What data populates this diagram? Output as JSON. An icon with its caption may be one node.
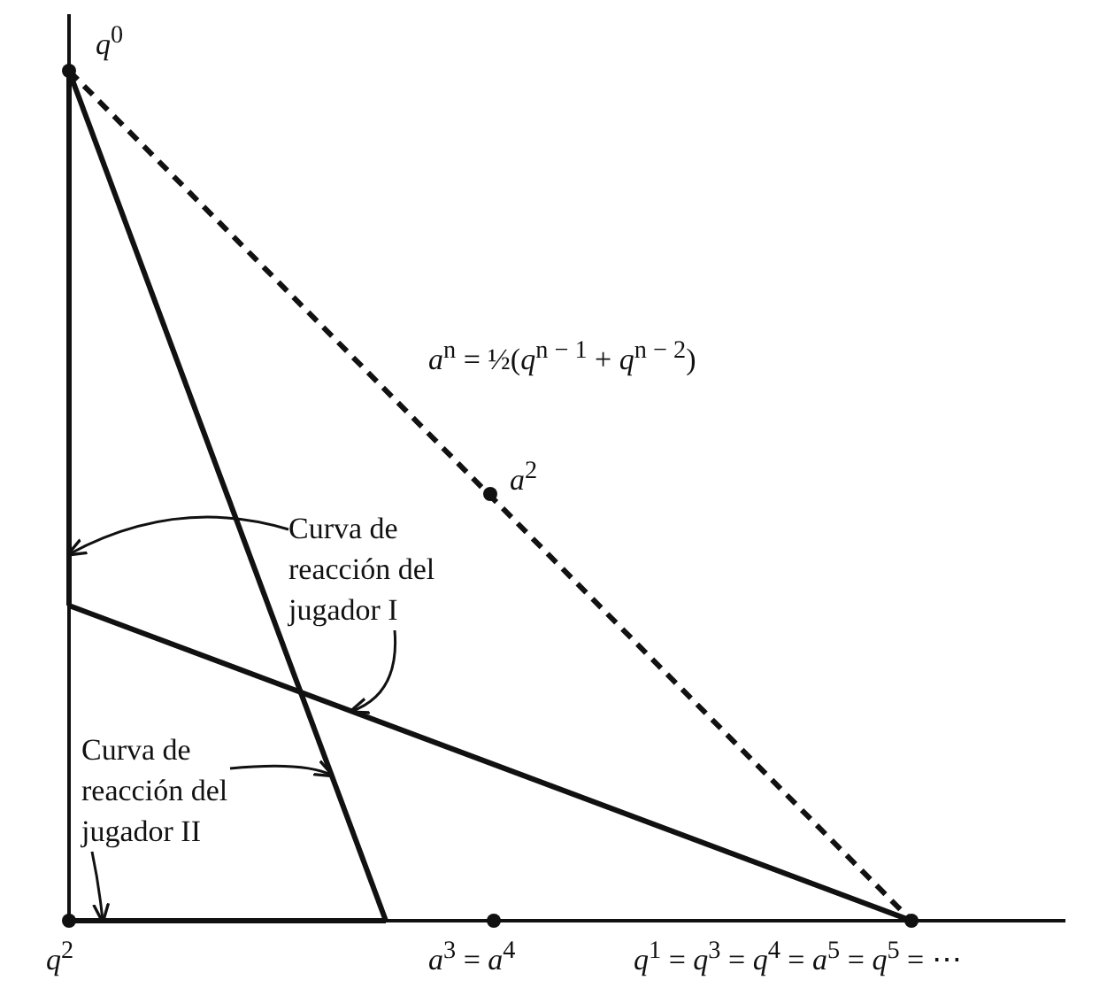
{
  "diagram": {
    "nodes": [
      {
        "text": [
          "Curva de reacción del jugador I"
        ]
      },
      {
        "text": [
          "Curva de reacción del jugador II"
        ]
      },
      {
        "text": [],
        "shape": "line"
      },
      {
        "text": [],
        "shape": "line"
      },
      {
        "text": [],
        "shape": "line"
      },
      {
        "text": [],
        "shape": "line"
      }
    ],
    "edges": [
      {
        "from": 0,
        "to": 2,
        "arrow": "to"
      },
      {
        "from": 0,
        "to": 3,
        "arrow": "to"
      },
      {
        "from": 1,
        "to": 4,
        "arrow": "to"
      },
      {
        "from": 1,
        "to": 5,
        "arrow": "to"
      }
    ],
    "labels": [
      "*q*$^{0}$",
      "*a*$^{n}$ = ½(*q*$^{n − 1}$ + *q*$^{n − 2}$)",
      "*a*$^{2}$",
      "*q*$^{2}$",
      "*a*$^{3}$ = *a*$^{4}$",
      "*q*$^{1}$ = *q*$^{3}$ = *q*$^{4}$ = *a*$^{5}$ = *q*$^{5}$ = ⋯"
    ]
  }
}
